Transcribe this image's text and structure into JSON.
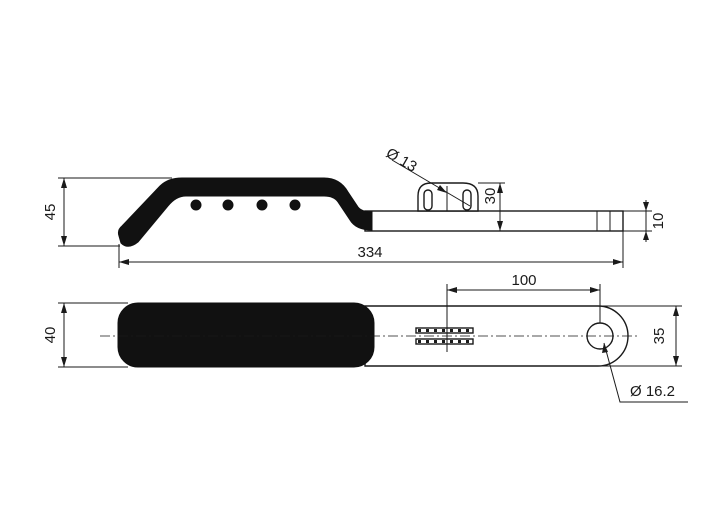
{
  "drawing": {
    "dimensions": {
      "height_side": "45",
      "dia_hole_side": "Ø 13",
      "bracket_height": "30",
      "bar_thickness": "10",
      "overall_length": "334",
      "hole_distance": "100",
      "width_top": "40",
      "bar_width": "35",
      "dia_eye": "Ø 16.2"
    }
  }
}
